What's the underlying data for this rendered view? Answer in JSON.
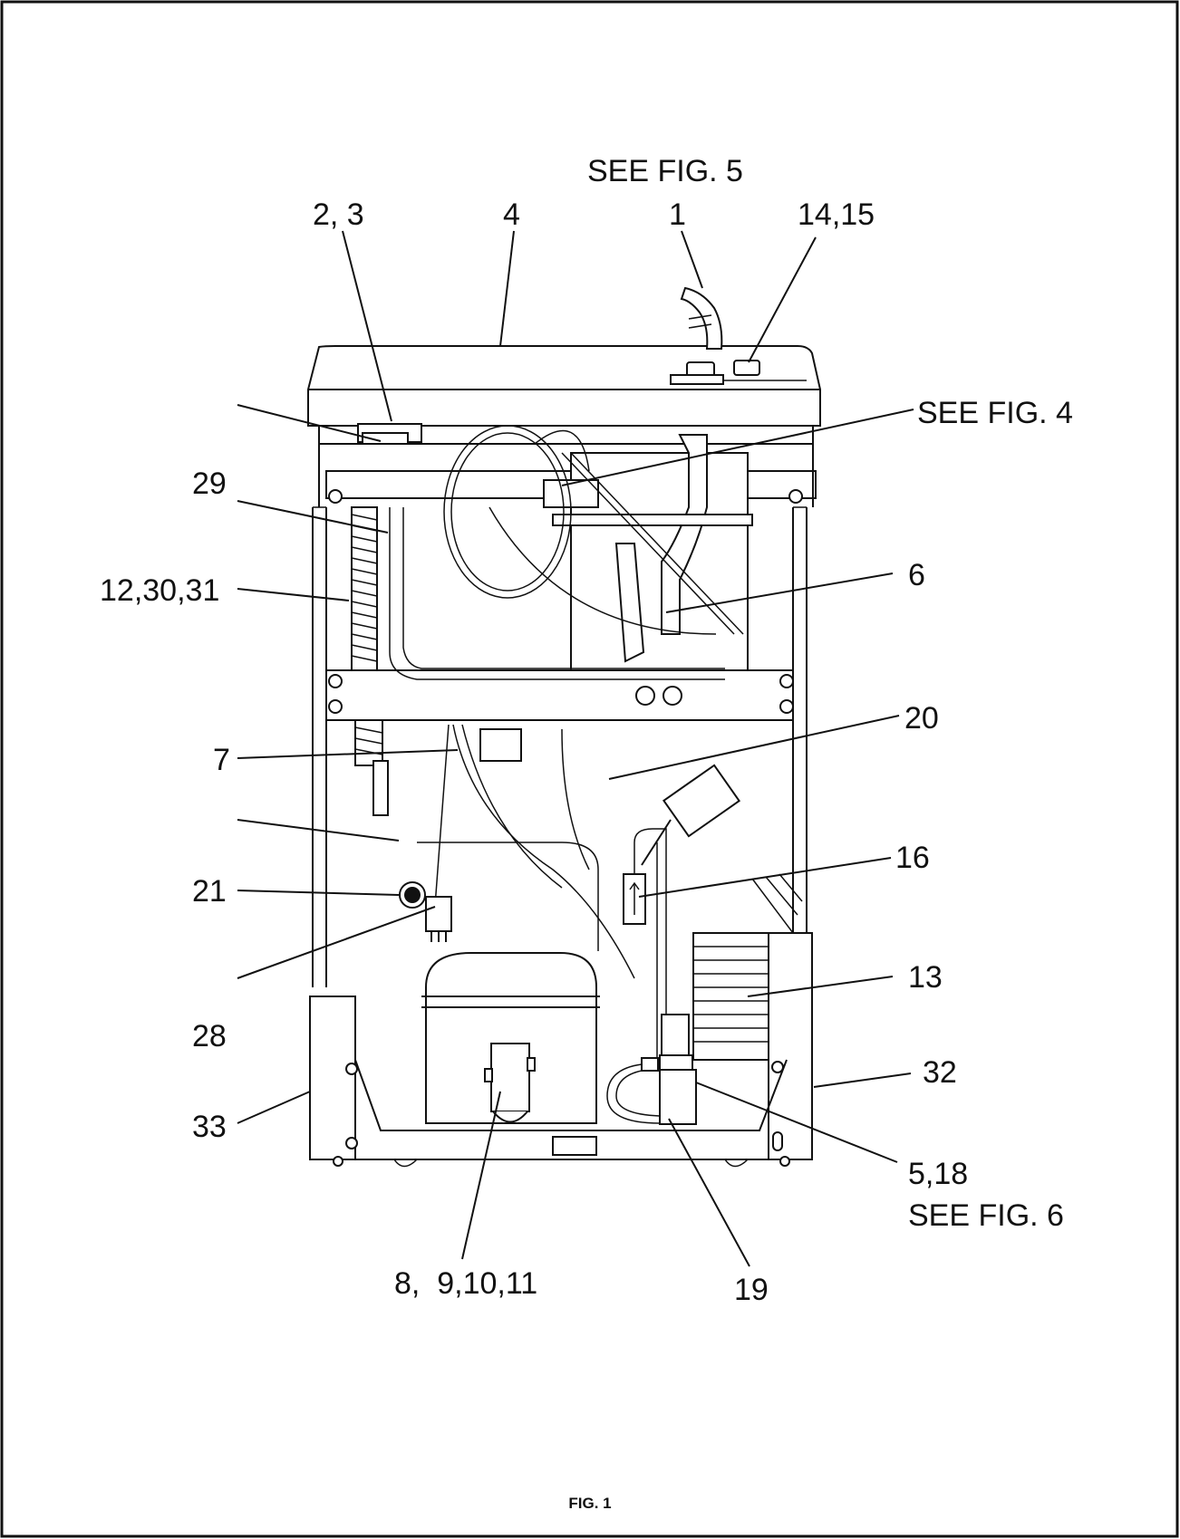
{
  "figure": {
    "caption": "FIG. 1",
    "labels": {
      "see_fig5": "SEE FIG. 5",
      "l_2_3": "2, 3",
      "l_4": "4",
      "l_1": "1",
      "l_14_15": "14,15",
      "see_fig4": "SEE FIG. 4",
      "l_29": "29",
      "l_12_30_31": "12,30,31",
      "l_6": "6",
      "l_20": "20",
      "l_7": "7",
      "l_16": "16",
      "l_21": "21",
      "l_13": "13",
      "l_28": "28",
      "l_32": "32",
      "l_33": "33",
      "l_5_18": "5,18",
      "see_fig6": "SEE FIG. 6",
      "l_8_11": "8,  9,10,11",
      "l_19": "19"
    }
  }
}
